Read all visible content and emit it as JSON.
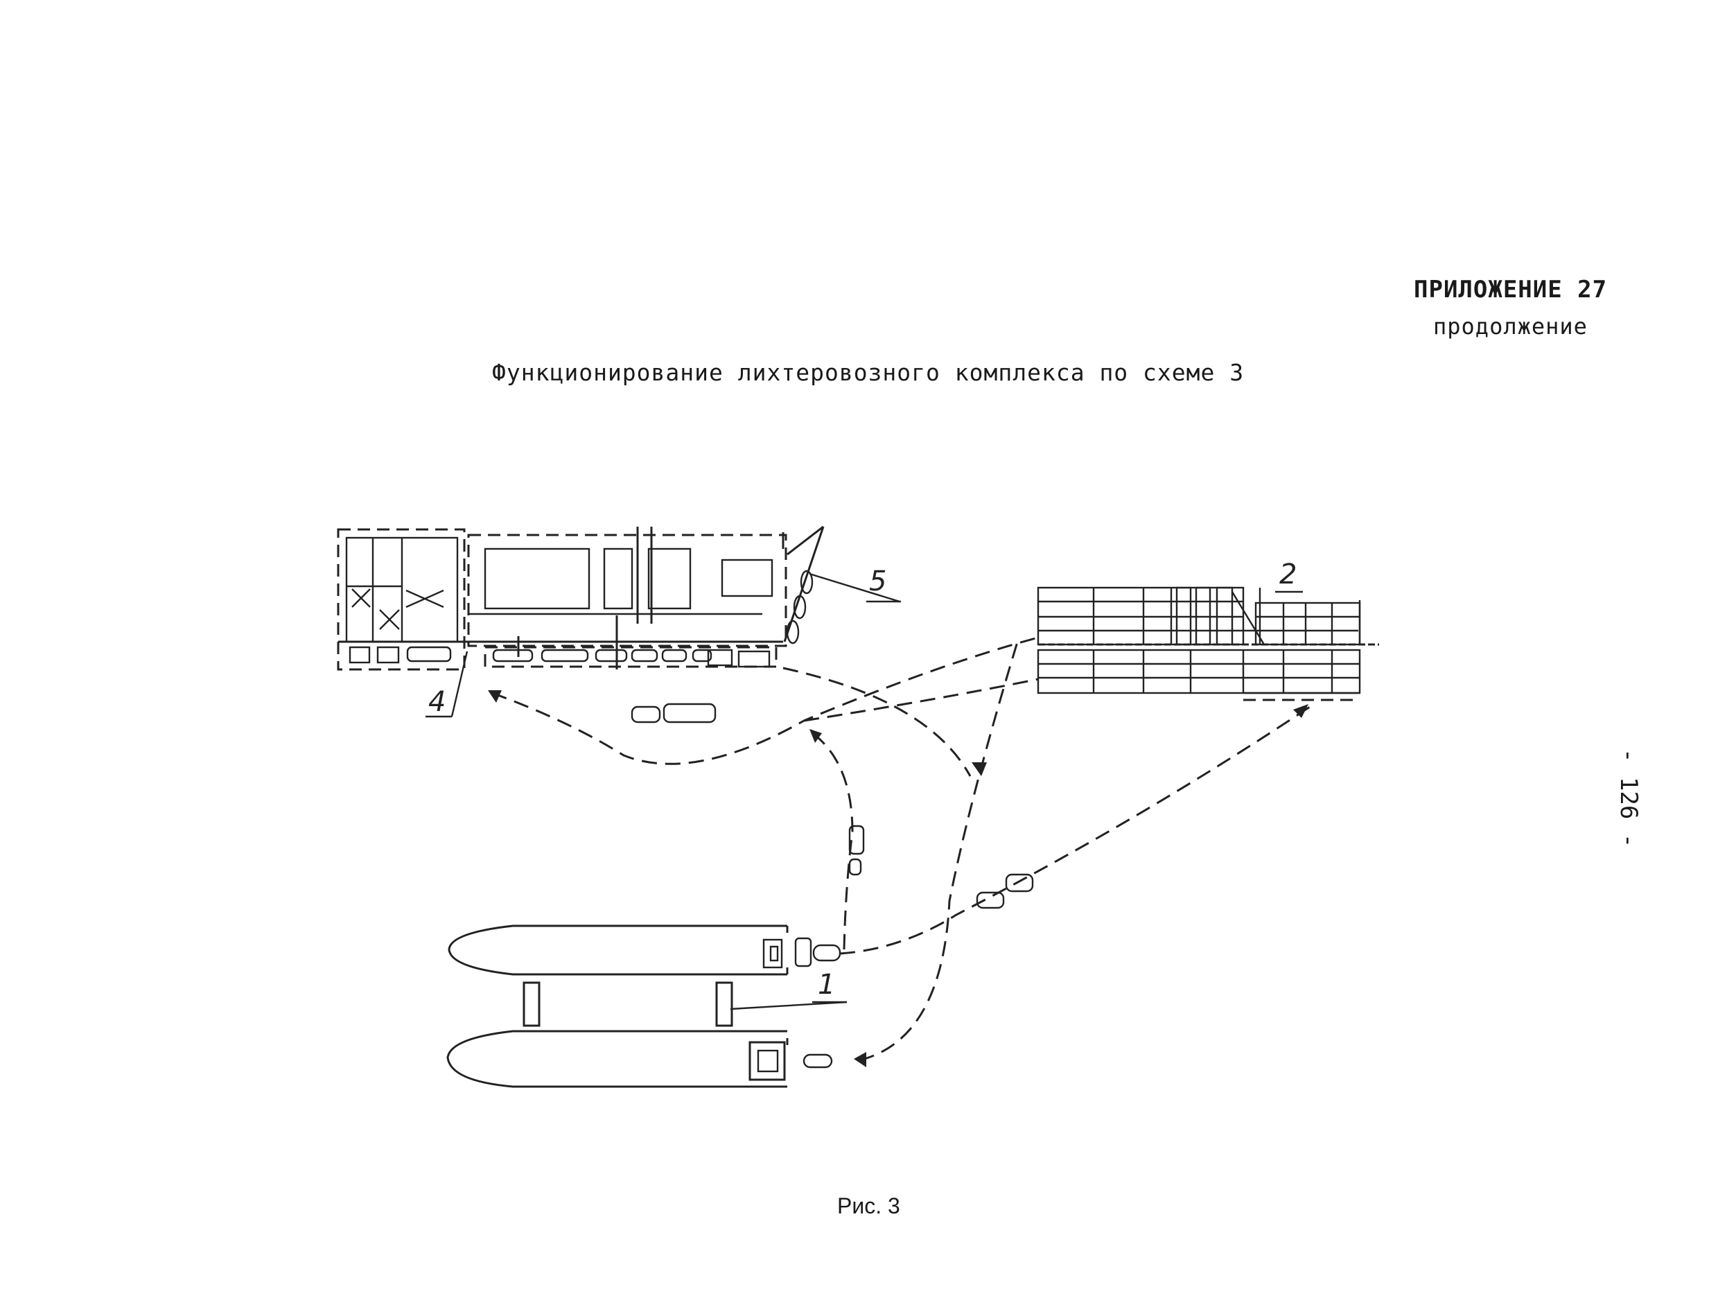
{
  "header": {
    "appendix": "ПРИЛОЖЕНИЕ 27",
    "continued": "продолжение"
  },
  "title": "Функционирование лихтеровозного комплекса по схеме 3",
  "page_number": "- 126 -",
  "caption": "Рис. 3",
  "callouts": {
    "c1": "1",
    "c2": "2",
    "c4": "4",
    "c5": "5"
  }
}
